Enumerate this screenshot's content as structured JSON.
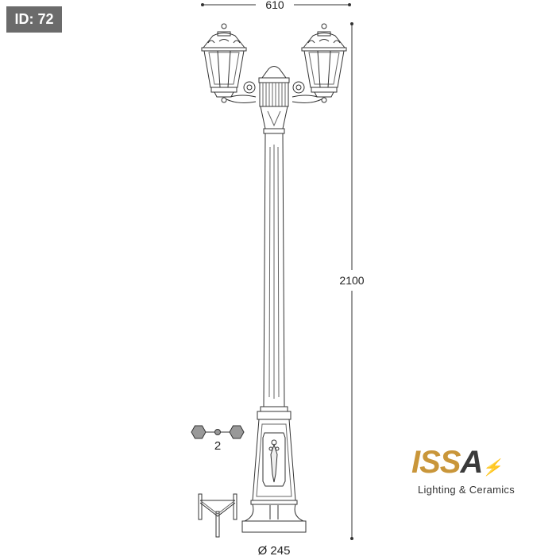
{
  "badge": {
    "label": "ID: 72"
  },
  "dimensions": {
    "width": "610",
    "height": "2100",
    "base_diameter": "Ø 245"
  },
  "configuration": {
    "heads_count": "2"
  },
  "logo": {
    "brand": "ISSA",
    "brand_main": "ISS",
    "brand_last": "A",
    "tagline": "Lighting & Ceramics",
    "gold": "#c9963a",
    "dark": "#3a3a3a"
  }
}
